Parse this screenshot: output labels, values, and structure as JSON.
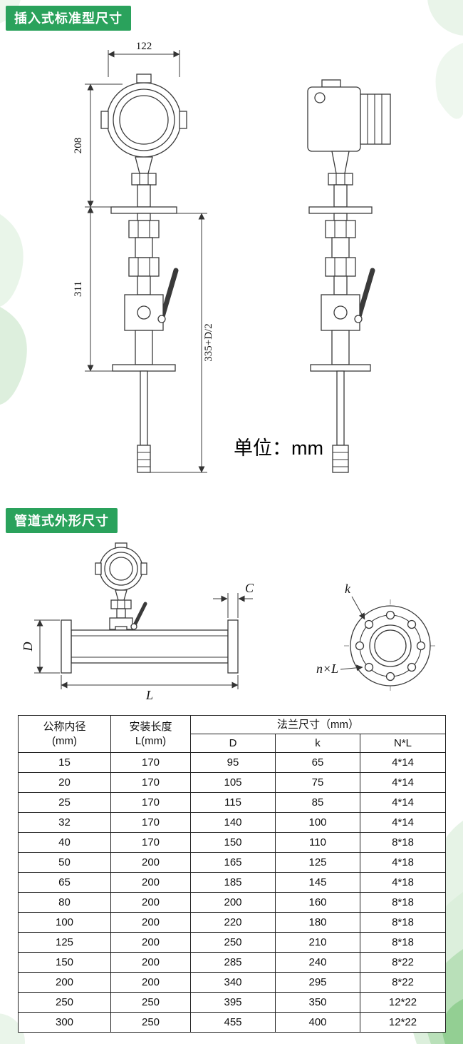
{
  "accent": {
    "badge_bg": "#2aa25c",
    "leaf_green": "#9ed49e"
  },
  "insertion": {
    "badge": "插入式标准型尺寸",
    "dim_width": "122",
    "dim_upper": "208",
    "dim_lower": "311",
    "dim_total": "335+D/2",
    "unit_note": "单位：mm"
  },
  "pipeline": {
    "badge": "管道式外形尺寸",
    "dim_c": "C",
    "dim_d": "D",
    "dim_l": "L",
    "dim_k": "k",
    "dim_nxl": "n×L"
  },
  "table": {
    "header": {
      "col_diameter": "公称内径\n(mm)",
      "col_length": "安装长度\nL(mm)",
      "col_flange_group": "法兰尺寸（mm）",
      "sub_d": "D",
      "sub_k": "k",
      "sub_nl": "N*L"
    },
    "rows": [
      [
        "15",
        "170",
        "95",
        "65",
        "4*14"
      ],
      [
        "20",
        "170",
        "105",
        "75",
        "4*14"
      ],
      [
        "25",
        "170",
        "115",
        "85",
        "4*14"
      ],
      [
        "32",
        "170",
        "140",
        "100",
        "4*14"
      ],
      [
        "40",
        "170",
        "150",
        "110",
        "8*18"
      ],
      [
        "50",
        "200",
        "165",
        "125",
        "4*18"
      ],
      [
        "65",
        "200",
        "185",
        "145",
        "4*18"
      ],
      [
        "80",
        "200",
        "200",
        "160",
        "8*18"
      ],
      [
        "100",
        "200",
        "220",
        "180",
        "8*18"
      ],
      [
        "125",
        "200",
        "250",
        "210",
        "8*18"
      ],
      [
        "150",
        "200",
        "285",
        "240",
        "8*22"
      ],
      [
        "200",
        "200",
        "340",
        "295",
        "8*22"
      ],
      [
        "250",
        "250",
        "395",
        "350",
        "12*22"
      ],
      [
        "300",
        "250",
        "455",
        "400",
        "12*22"
      ]
    ]
  }
}
